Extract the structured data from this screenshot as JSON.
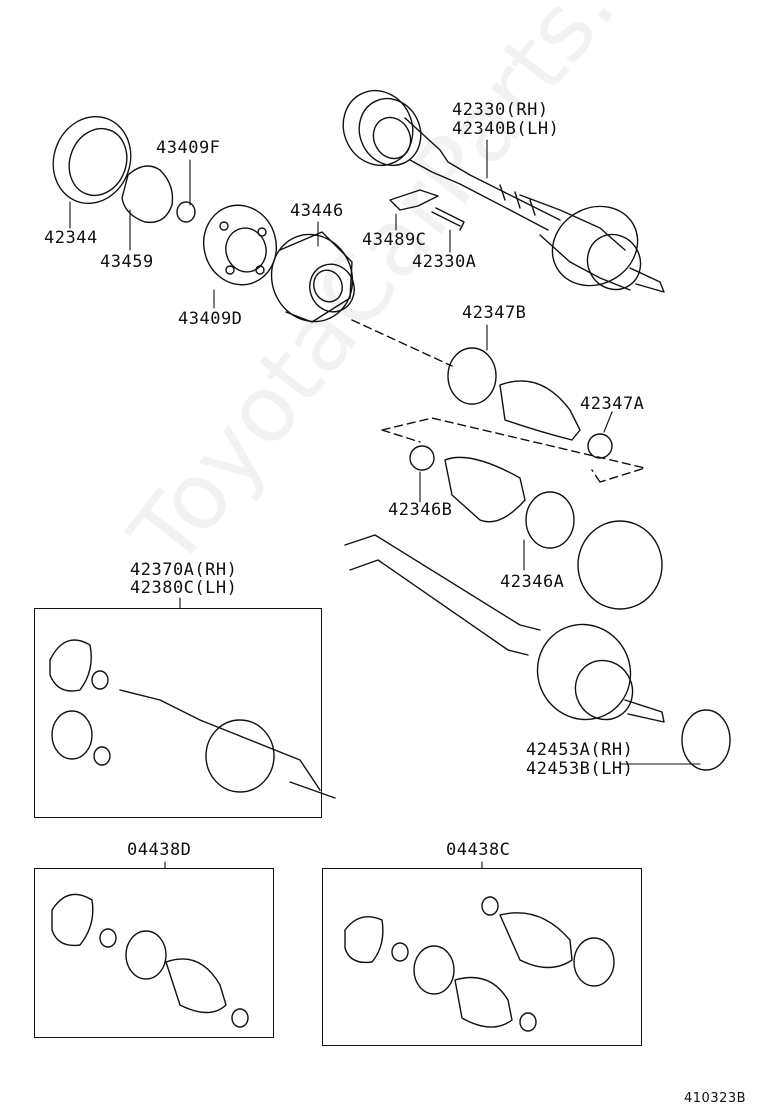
{
  "watermark": "ToyotaCarParts.ru",
  "diagram_code": "410323B",
  "parts": {
    "p42330_rh": "42330(RH)",
    "p42340b_lh": "42340B(LH)",
    "p43409f": "43409F",
    "p42344": "42344",
    "p43459": "43459",
    "p43446": "43446",
    "p43489c": "43489C",
    "p42330a": "42330A",
    "p43409d": "43409D",
    "p42347b": "42347B",
    "p42347a": "42347A",
    "p42346b": "42346B",
    "p42346a": "42346A",
    "p42370a_rh": "42370A(RH)",
    "p42380c_lh": "42380C(LH)",
    "p42453a_rh": "42453A(RH)",
    "p42453b_lh": "42453B(LH)",
    "p04438d": "04438D",
    "p04438c": "04438C"
  }
}
